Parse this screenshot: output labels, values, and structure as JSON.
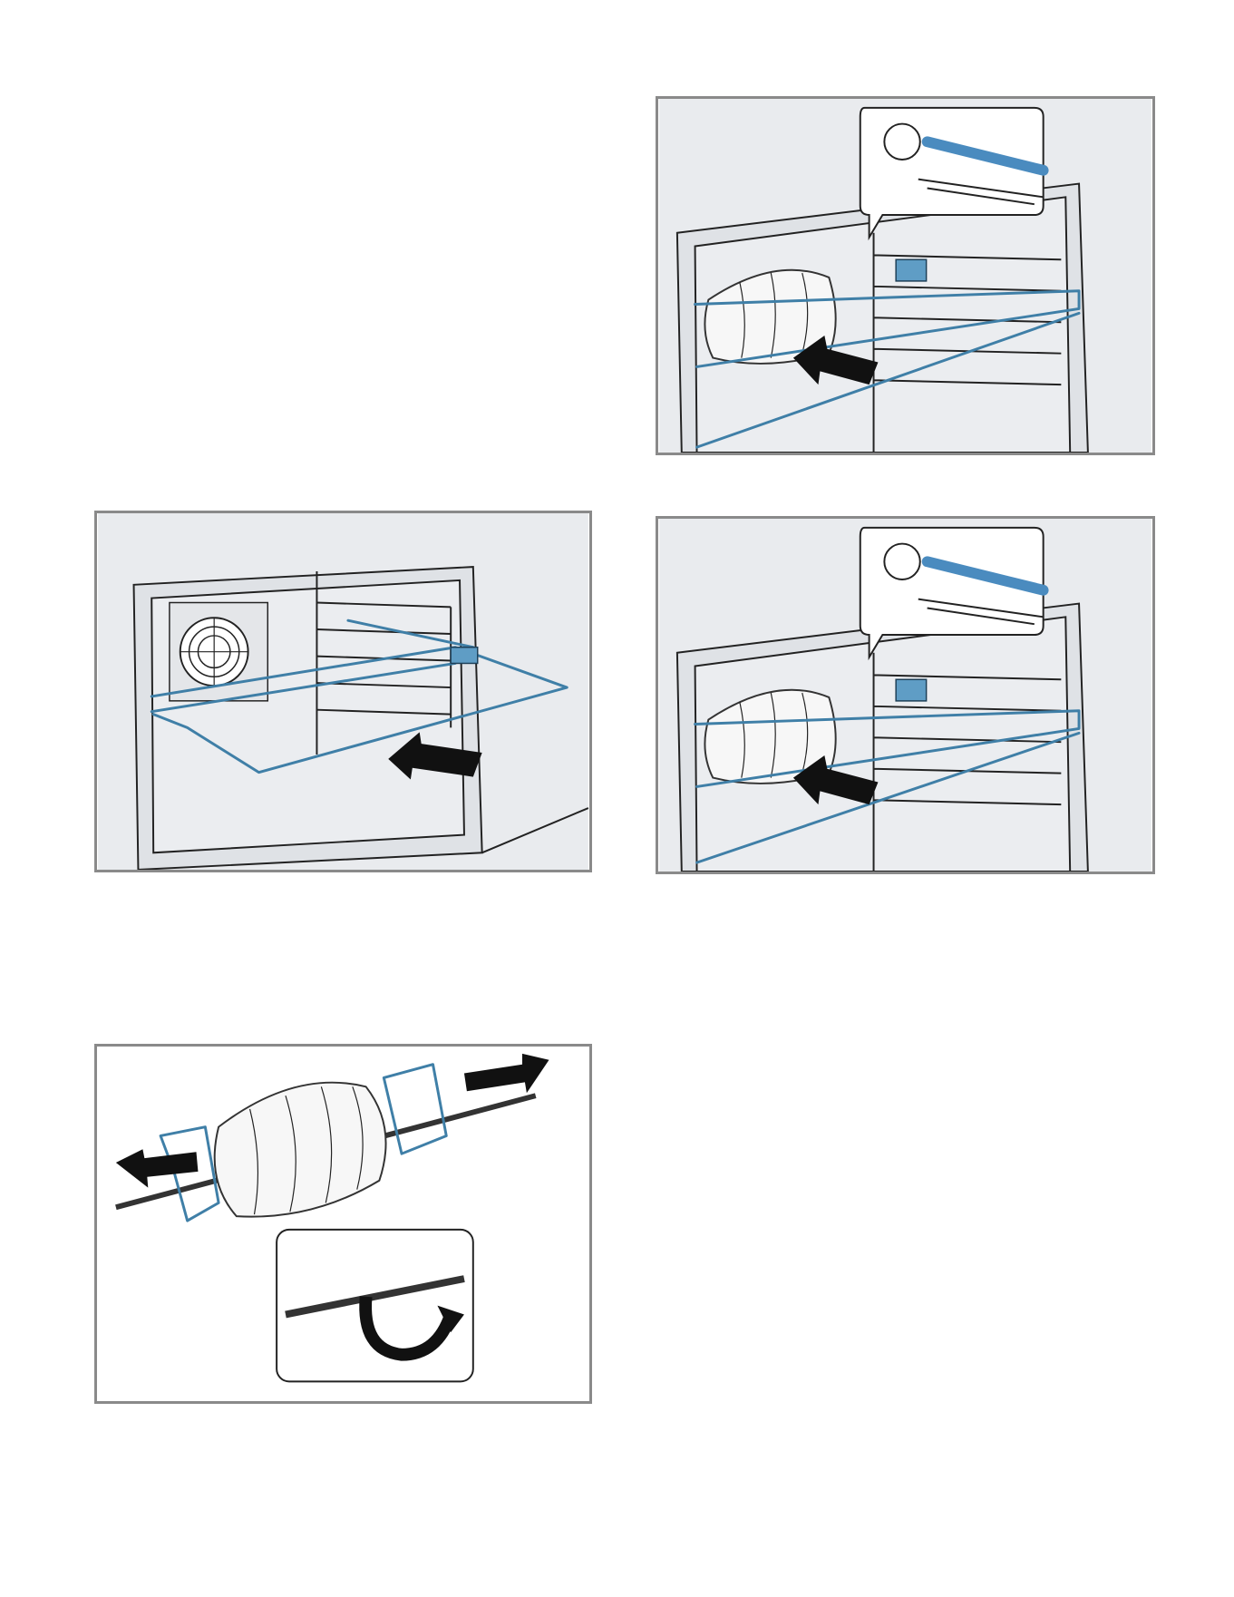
{
  "figures": [
    {
      "id": "insert-rotisserie-frame",
      "icons": [
        "oven-cavity-icon",
        "fan-icon",
        "rack-icon",
        "push-arrow-icon"
      ]
    },
    {
      "id": "secure-roast-on-spit",
      "icons": [
        "roast-icon",
        "spit-icon",
        "fork-icon",
        "push-arrow-icon",
        "rotate-arrow-icon"
      ]
    },
    {
      "id": "engage-spit-drive-1",
      "icons": [
        "oven-cavity-icon",
        "roast-icon",
        "drive-socket-icon",
        "push-arrow-icon"
      ]
    },
    {
      "id": "engage-spit-drive-2",
      "icons": [
        "oven-cavity-icon",
        "roast-icon",
        "drive-socket-icon",
        "push-arrow-icon"
      ]
    }
  ],
  "colors": {
    "frame": "#8a8a8a",
    "wire": "#3f7fa7",
    "cavity": "#ebedf0",
    "arrow": "#111111"
  }
}
